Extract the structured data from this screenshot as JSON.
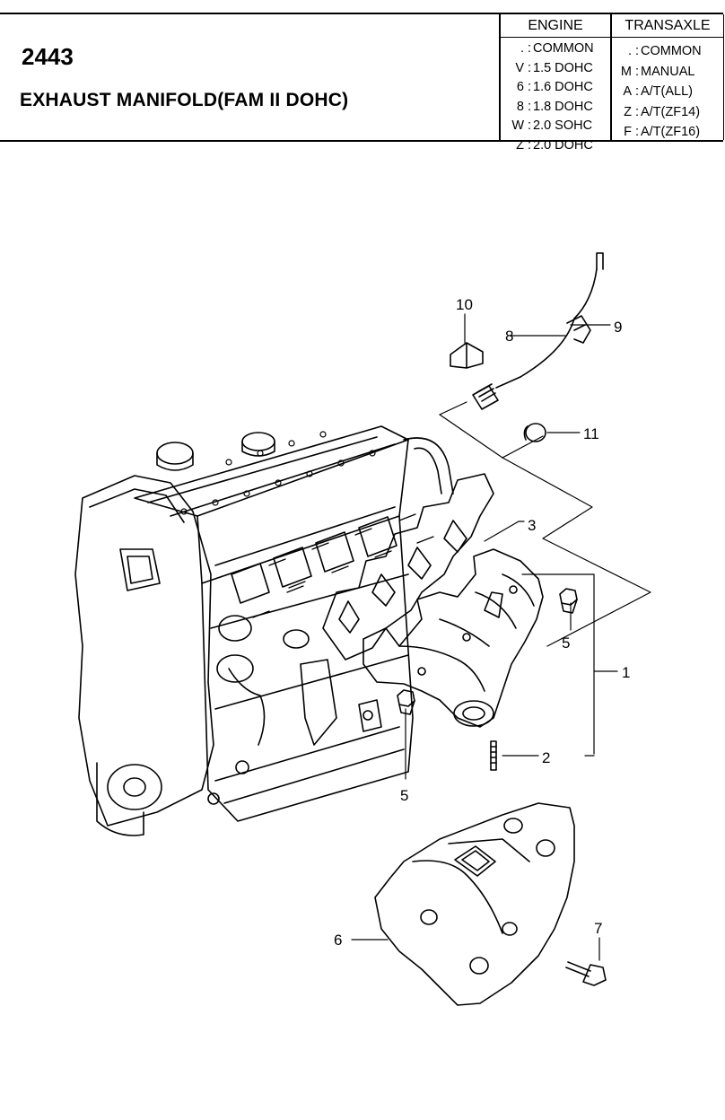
{
  "header": {
    "code": "2443",
    "title": "EXHAUST MANIFOLD(FAM II DOHC)"
  },
  "engine_table": {
    "heading": "ENGINE",
    "rows": [
      {
        "key": ".",
        "value": "COMMON"
      },
      {
        "key": "V",
        "value": "1.5 DOHC"
      },
      {
        "key": "6",
        "value": "1.6 DOHC"
      },
      {
        "key": "8",
        "value": "1.8 DOHC"
      },
      {
        "key": "W",
        "value": "2.0 SOHC"
      },
      {
        "key": "Z",
        "value": "2.0 DOHC"
      }
    ]
  },
  "transaxle_table": {
    "heading": "TRANSAXLE",
    "rows": [
      {
        "key": ".",
        "value": "COMMON"
      },
      {
        "key": "M",
        "value": "MANUAL"
      },
      {
        "key": "A",
        "value": "A/T(ALL)"
      },
      {
        "key": "Z",
        "value": "A/T(ZF14)"
      },
      {
        "key": "F",
        "value": "A/T(ZF16)"
      }
    ]
  },
  "callouts": [
    "1",
    "2",
    "3",
    "5",
    "5",
    "6",
    "7",
    "8",
    "9",
    "10",
    "11"
  ]
}
